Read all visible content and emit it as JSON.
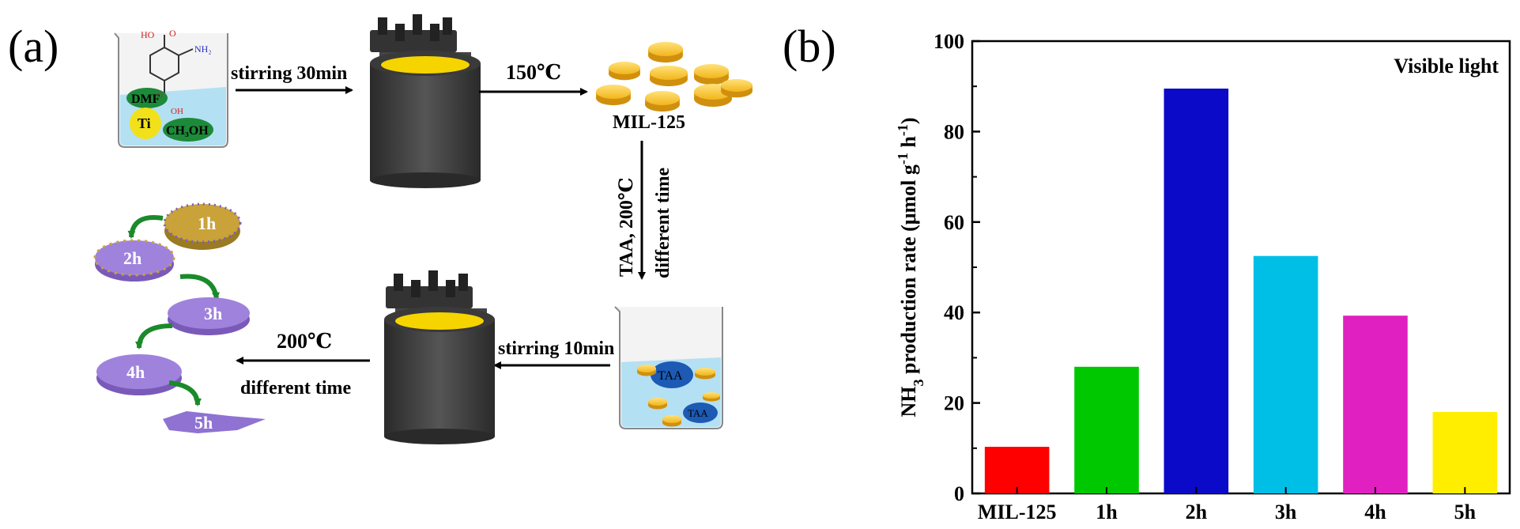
{
  "panels": {
    "a": {
      "label": "(a)"
    },
    "b": {
      "label": "(b)"
    }
  },
  "schematic": {
    "reactants": {
      "group_top_cooh": "HO",
      "carbonyl_o": "O",
      "amine": "NH₂",
      "dmf": "DMF",
      "ti": "Ti",
      "methanol": "CH₃OH",
      "oh": "OH",
      "ring_o": "O"
    },
    "steps": {
      "stir30": "stirring 30min",
      "heat150": "150℃",
      "product_mil": "MIL-125",
      "taa_line1": "TAA, 200℃",
      "taa_line2": "different time",
      "stir10": "stirring 10min",
      "heat200_line1": "200℃",
      "heat200_line2": "different time",
      "taa_big": "TAA",
      "taa_small": "TAA"
    },
    "growth_stages": [
      "1h",
      "2h",
      "3h",
      "4h",
      "5h"
    ]
  },
  "chart_data": {
    "type": "bar",
    "title": "",
    "annotation": "Visible light",
    "ylabel_main": "NH",
    "ylabel_sub": "3",
    "ylabel_rest": " production rate (μmol g",
    "ylabel_sup1": "-1",
    "ylabel_mid": " h",
    "ylabel_sup2": "-1",
    "ylabel_end": ")",
    "categories": [
      "MIL-125",
      "1h",
      "2h",
      "3h",
      "4h",
      "5h"
    ],
    "values": [
      10.3,
      28.0,
      89.5,
      52.5,
      39.3,
      18.0
    ],
    "colors": [
      "#ff0000",
      "#00c800",
      "#0a0ac8",
      "#00bfe6",
      "#e020c0",
      "#ffee00"
    ],
    "ylim": [
      0,
      100
    ],
    "yticks": [
      "0",
      "20",
      "40",
      "60",
      "80",
      "100"
    ],
    "grid": false,
    "legend": "none"
  }
}
